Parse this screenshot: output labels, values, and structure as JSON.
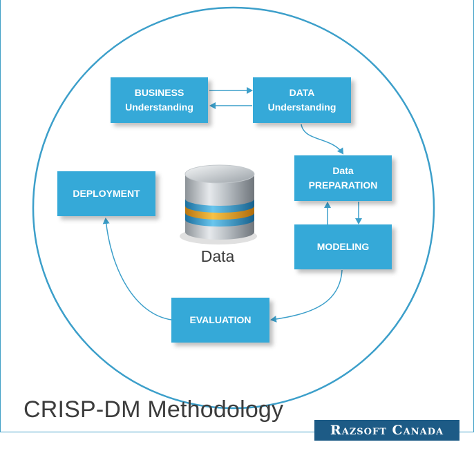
{
  "colors": {
    "box": "#35a9d8",
    "circle": "#3c9fca",
    "arrow": "#3c9fca",
    "brand_bg": "#1d5b86",
    "db_band_1": "#e8a21c",
    "db_band_2": "#2f9bd3"
  },
  "phases": {
    "business": {
      "line1": "BUSINESS",
      "line2": "Understanding"
    },
    "data_understanding": {
      "line1": "DATA",
      "line2": "Understanding"
    },
    "data_preparation": {
      "line1": "Data",
      "line2": "PREPARATION"
    },
    "modeling": {
      "label": "MODELING"
    },
    "evaluation": {
      "label": "EVALUATION"
    },
    "deployment": {
      "label": "DEPLOYMENT"
    }
  },
  "center": {
    "icon": "database-icon",
    "label": "Data"
  },
  "footer": {
    "title": "CRISP-DM Methodology",
    "brand": "Razsoft Canada"
  }
}
